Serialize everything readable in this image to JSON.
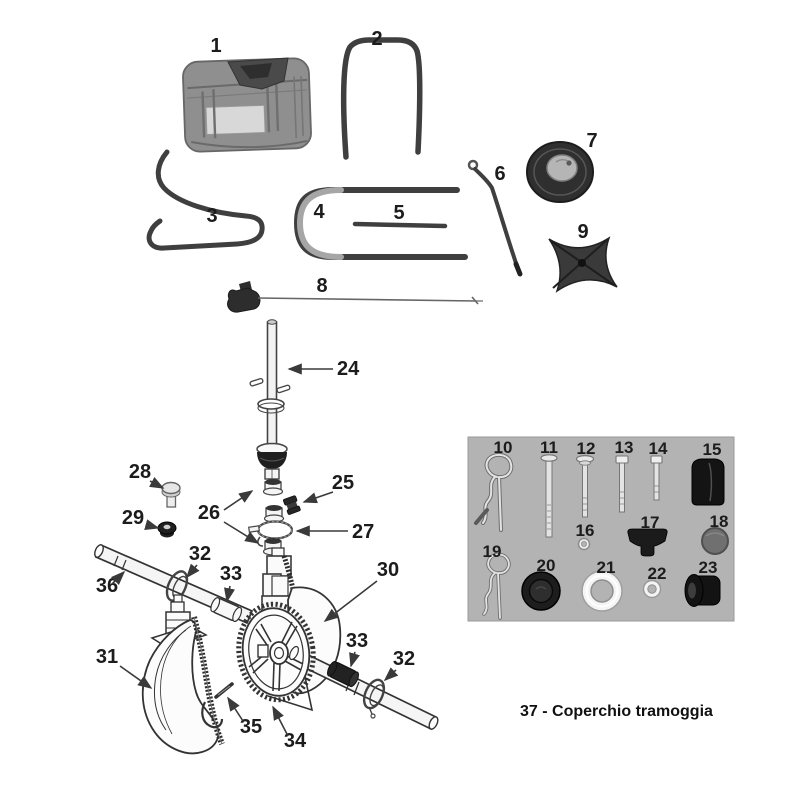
{
  "figure": {
    "type": "exploded-parts-diagram",
    "caption": "37 - Coperchio tramoggia"
  },
  "colors": {
    "background": "#ffffff",
    "line": "#333333",
    "tube": "#3f3f3f",
    "hopper_gray": "#8f8f8f",
    "inset_background": "#b3b3b3",
    "label_text": "#1c1c1c",
    "dark_part": "#1c1c1c",
    "metal_light": "#e8e8e8"
  },
  "parts": [
    {
      "num": "1",
      "name": "hopper"
    },
    {
      "num": "2",
      "name": "upper-handle-tube"
    },
    {
      "num": "3",
      "name": "lower-frame-tube"
    },
    {
      "num": "4",
      "name": "handle-u-tube"
    },
    {
      "num": "5",
      "name": "tie-rod"
    },
    {
      "num": "6",
      "name": "support-rod"
    },
    {
      "num": "7",
      "name": "wheel"
    },
    {
      "num": "8",
      "name": "control-cable"
    },
    {
      "num": "9",
      "name": "spreader-impeller"
    },
    {
      "num": "10",
      "name": "r-clip-large"
    },
    {
      "num": "11",
      "name": "bolt-extra-long"
    },
    {
      "num": "12",
      "name": "bolt-long"
    },
    {
      "num": "13",
      "name": "bolt-medium"
    },
    {
      "num": "14",
      "name": "bolt-short"
    },
    {
      "num": "15",
      "name": "end-cap"
    },
    {
      "num": "16",
      "name": "washer-small"
    },
    {
      "num": "17",
      "name": "wing-knob"
    },
    {
      "num": "18",
      "name": "plug"
    },
    {
      "num": "19",
      "name": "r-clip-small"
    },
    {
      "num": "20",
      "name": "knob-cap"
    },
    {
      "num": "21",
      "name": "washer-large"
    },
    {
      "num": "22",
      "name": "washer-tiny"
    },
    {
      "num": "23",
      "name": "flanged-bushing"
    },
    {
      "num": "24",
      "name": "agitator-shaft"
    },
    {
      "num": "25",
      "name": "cable-fitting"
    },
    {
      "num": "26",
      "name": "shaft-bushings"
    },
    {
      "num": "27",
      "name": "lock-ring"
    },
    {
      "num": "28",
      "name": "round-head-bolt"
    },
    {
      "num": "29",
      "name": "lock-nut"
    },
    {
      "num": "30",
      "name": "gearbox-housing"
    },
    {
      "num": "31",
      "name": "belt-guard"
    },
    {
      "num": "32",
      "name": "axle-clamp"
    },
    {
      "num": "33",
      "name": "axle-bushing"
    },
    {
      "num": "34",
      "name": "drive-gear"
    },
    {
      "num": "35",
      "name": "drive-pin"
    },
    {
      "num": "36",
      "name": "axle-tube"
    }
  ]
}
